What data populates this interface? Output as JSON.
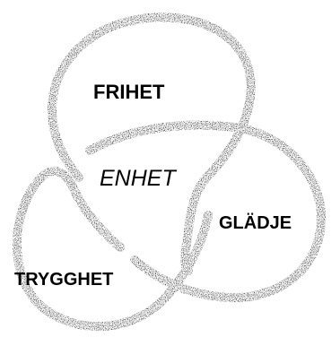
{
  "labels": {
    "frihet": "FRIHET",
    "enhet": "ENHET",
    "gladje": "GLÄDJE",
    "trygghet": "TRYGGHET"
  },
  "colors": {
    "stroke": "#000000",
    "background": "#ffffff"
  }
}
